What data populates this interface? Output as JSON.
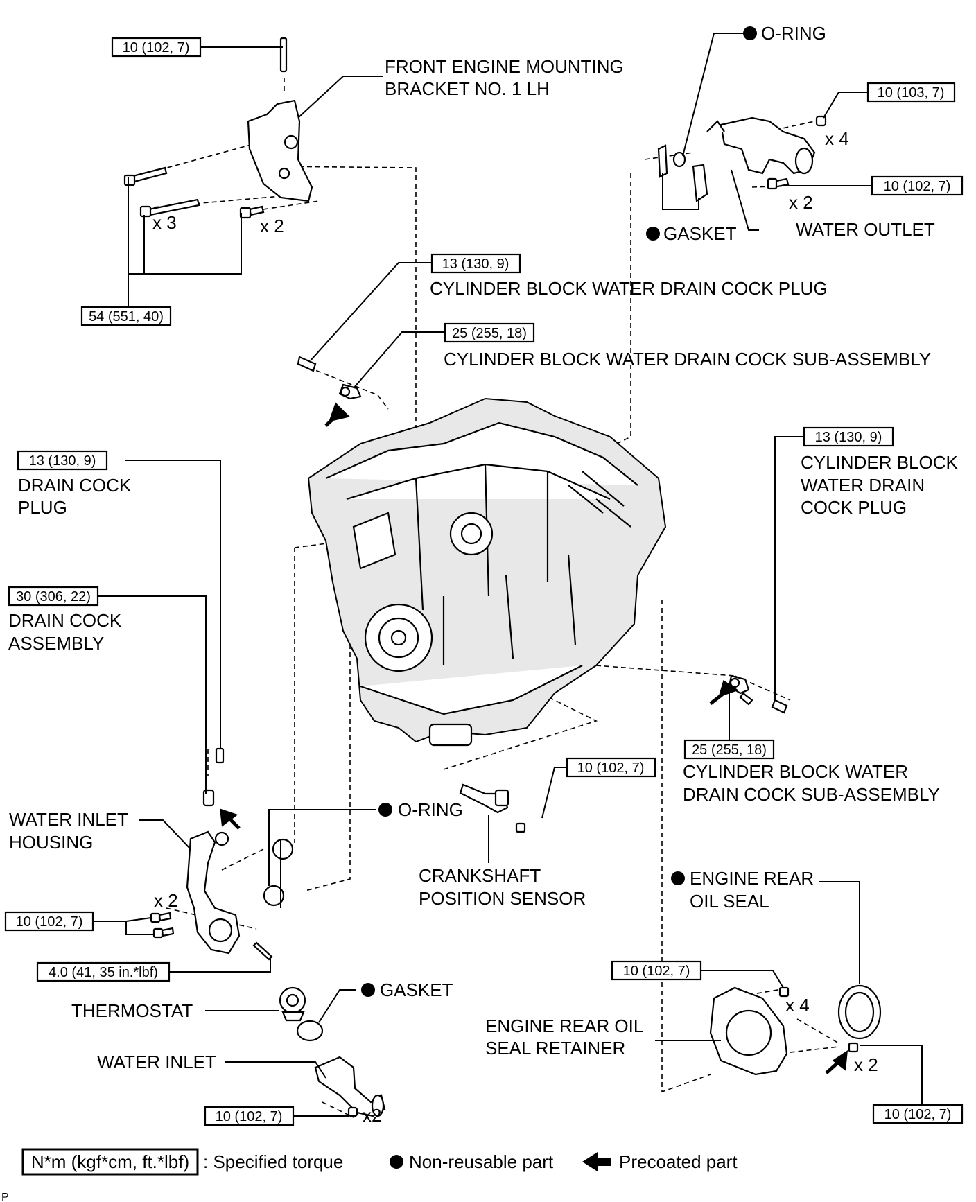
{
  "labels": {
    "front_bracket": [
      "FRONT ENGINE MOUNTING",
      "BRACKET NO. 1 LH"
    ],
    "oring_top": "O-RING",
    "gasket_top": "GASKET",
    "water_outlet": "WATER OUTLET",
    "cyl_plug_top": "CYLINDER BLOCK WATER DRAIN COCK PLUG",
    "cyl_cock_top": "CYLINDER BLOCK WATER DRAIN COCK SUB-ASSEMBLY",
    "drain_cock_plug": [
      "DRAIN COCK",
      "PLUG"
    ],
    "cyl_plug_right": [
      "CYLINDER BLOCK",
      "WATER DRAIN",
      "COCK PLUG"
    ],
    "drain_cock_assembly": [
      "DRAIN COCK",
      "ASSEMBLY"
    ],
    "cyl_cock_right": [
      "CYLINDER BLOCK WATER",
      "DRAIN COCK SUB-ASSEMBLY"
    ],
    "water_inlet_housing": [
      "WATER INLET",
      "HOUSING"
    ],
    "oring_mid": "O-RING",
    "crankshaft_sensor": [
      "CRANKSHAFT",
      "POSITION SENSOR"
    ],
    "engine_rear_oil_seal": [
      "ENGINE REAR",
      "OIL SEAL"
    ],
    "thermostat": "THERMOSTAT",
    "gasket_bottom": "GASKET",
    "engine_rear_retainer": [
      "ENGINE REAR OIL",
      "SEAL RETAINER"
    ],
    "water_inlet": "WATER INLET"
  },
  "torques": {
    "bracket_top": "10 (102, 7)",
    "bracket_bolts": "54 (551, 40)",
    "outlet_nuts": "10 (103, 7)",
    "outlet_bolts": "10 (102, 7)",
    "cyl_plug_top": "13 (130, 9)",
    "cyl_cock_top": "25 (255, 18)",
    "drain_plug_left": "13 (130, 9)",
    "cyl_plug_right": "13 (130, 9)",
    "drain_assembly": "30 (306, 22)",
    "cyl_cock_right": "25 (255, 18)",
    "crank_sensor": "10 (102, 7)",
    "inlet_housing_bolts": "10 (102, 7)",
    "stud": "4.0 (41, 35 in.*lbf)",
    "retainer_bolts": "10 (102, 7)",
    "retainer_bolts_2": "10 (102, 7)",
    "water_inlet_nuts": "10 (102, 7)"
  },
  "quantities": {
    "bracket_x3": "x 3",
    "bracket_x2": "x 2",
    "outlet_x4": "x 4",
    "outlet_x2": "x 2",
    "housing_x2": "x 2",
    "retainer_x4": "x 4",
    "retainer_x2": "x 2",
    "inlet_x2": "x2"
  },
  "legend": {
    "torque_unit": "N*m (kgf*cm, ft.*lbf)",
    "torque_desc": ": Specified torque",
    "nonreusable": "Non-reusable part",
    "precoated": "Precoated part"
  },
  "corner_mark": "P"
}
